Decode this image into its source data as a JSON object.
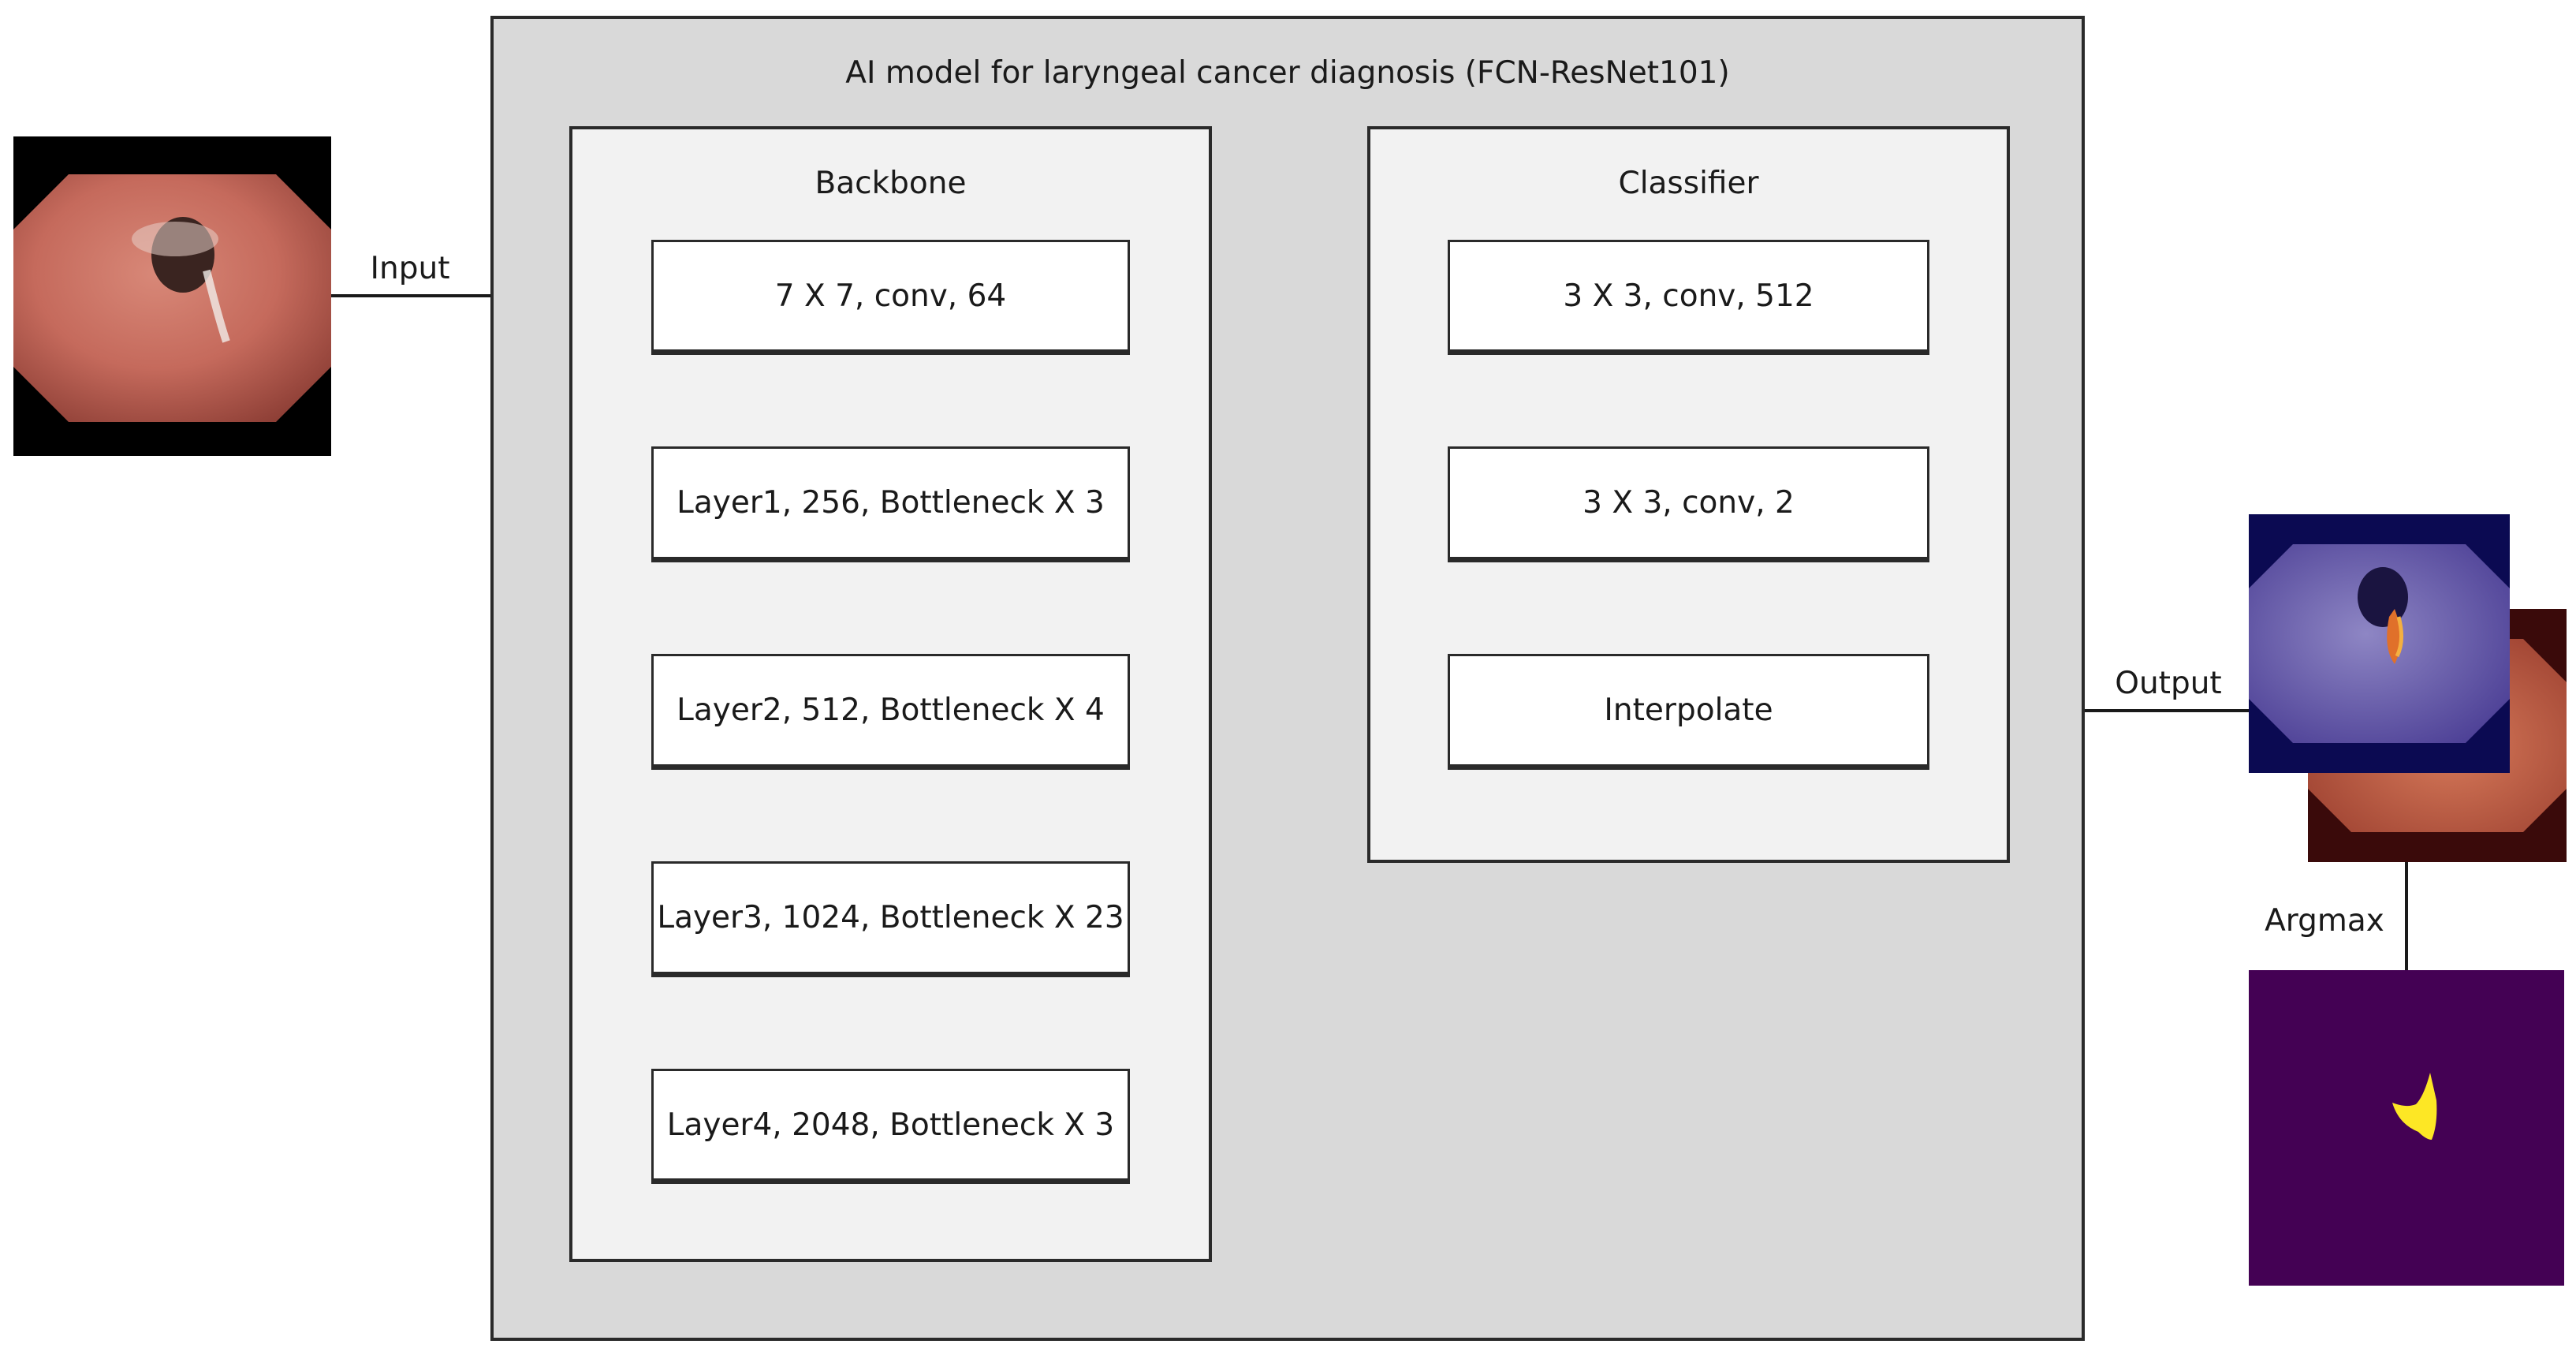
{
  "title": "AI model for laryngeal cancer diagnosis (FCN-ResNet101)",
  "input_label": "Input",
  "output_label": "Output",
  "argmax_label": "Argmax",
  "backbone": {
    "title": "Backbone",
    "blocks": [
      "7  X  7, conv, 64",
      "Layer1, 256, Bottleneck  X  3",
      "Layer2, 512, Bottleneck  X  4",
      "Layer3, 1024, Bottleneck  X  23",
      "Layer4, 2048, Bottleneck  X  3"
    ]
  },
  "classifier": {
    "title": "Classifier",
    "blocks": [
      "3  X  3, conv, 512",
      "3  X  3, conv, 2",
      "Interpolate"
    ]
  },
  "colors": {
    "outer_bg": "#d9d9d9",
    "group_bg": "#f2f2f2",
    "mask_bg": "#440154",
    "mask_fg": "#fde725",
    "overlay_tint": "#3b2a8a"
  },
  "images": {
    "input": "laryngoscopy-image",
    "output_overlay": "segmentation-overlay-image",
    "output_original": "laryngoscopy-image-copy",
    "mask": "argmax-mask-image"
  }
}
